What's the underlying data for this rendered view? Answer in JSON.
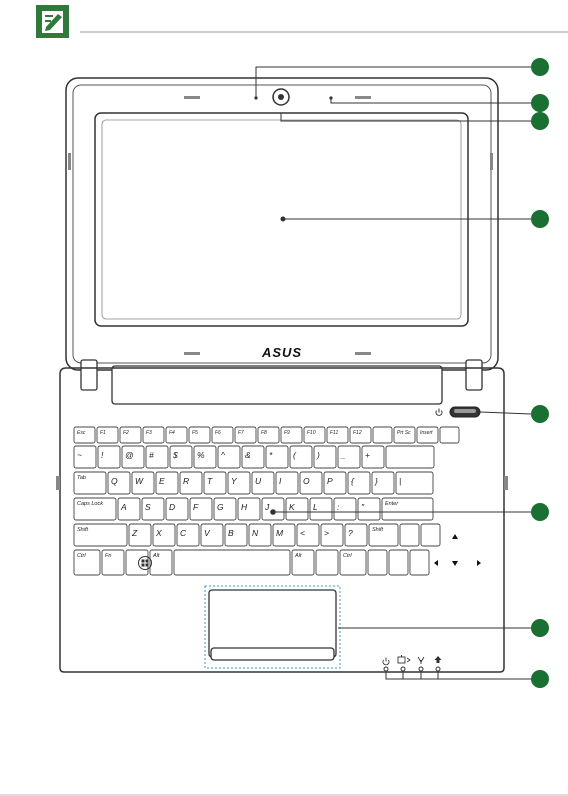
{
  "brand": {
    "logo_text": "ASUS"
  },
  "colors": {
    "callout_fill": "#1a6f32",
    "note_icon": "#2f7a3b",
    "fn_label": "#3a9ad9",
    "outline": "#333333",
    "touchpad_boundary": "#3a9ad9"
  },
  "icons": {
    "note": "note-pencil-icon",
    "power": "power-icon",
    "windows": "windows-logo-icon"
  },
  "keyboard": {
    "fn_row": [
      "Esc",
      "F1",
      "F2",
      "F3",
      "F4",
      "F5",
      "F6",
      "F7",
      "F8",
      "F9",
      "F10",
      "F11",
      "F12",
      "",
      "Prt Sc",
      "Insert",
      ""
    ],
    "rows": [
      [
        "~",
        "!",
        "@",
        "#",
        "$",
        "%",
        "^",
        "&",
        "*",
        "(",
        ")",
        "_",
        "+",
        ""
      ],
      [
        "Tab",
        "Q",
        "W",
        "E",
        "R",
        "T",
        "Y",
        "U",
        "I",
        "O",
        "P",
        "{",
        "}",
        "|"
      ],
      [
        "Caps Lock",
        "A",
        "S",
        "D",
        "F",
        "G",
        "H",
        "J",
        "K",
        "L",
        ":",
        "\"",
        "Enter"
      ],
      [
        "Shift",
        "Z",
        "X",
        "C",
        "V",
        "B",
        "N",
        "M",
        "<",
        ">",
        "?",
        "Shift",
        "",
        ""
      ],
      [
        "Ctrl",
        "Fn",
        "",
        "Alt",
        "",
        "Alt",
        "",
        "Ctrl",
        "",
        "",
        ""
      ]
    ]
  }
}
